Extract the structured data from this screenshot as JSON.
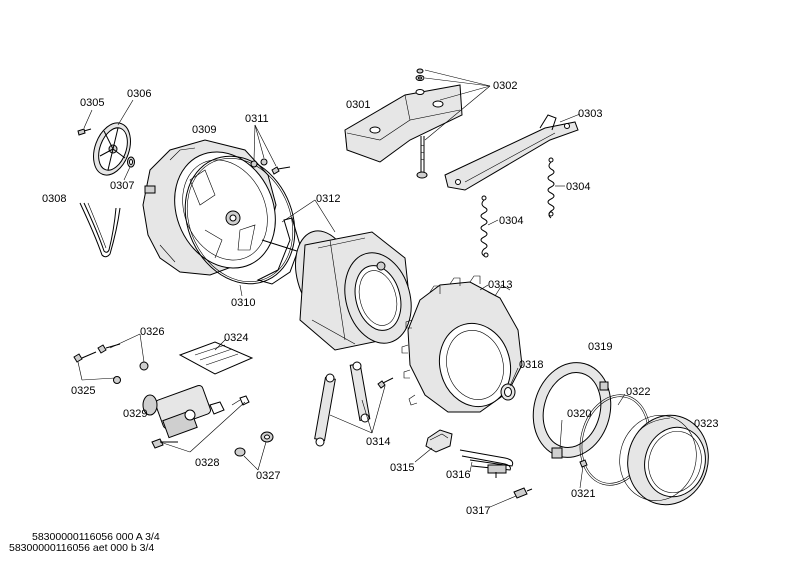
{
  "parts": [
    {
      "id": "0301",
      "label": "0301"
    },
    {
      "id": "0302",
      "label": "0302"
    },
    {
      "id": "0303",
      "label": "0303"
    },
    {
      "id": "0304a",
      "label": "0304"
    },
    {
      "id": "0304b",
      "label": "0304"
    },
    {
      "id": "0305",
      "label": "0305"
    },
    {
      "id": "0306",
      "label": "0306"
    },
    {
      "id": "0307",
      "label": "0307"
    },
    {
      "id": "0308",
      "label": "0308"
    },
    {
      "id": "0309",
      "label": "0309"
    },
    {
      "id": "0310",
      "label": "0310"
    },
    {
      "id": "0311",
      "label": "0311"
    },
    {
      "id": "0312",
      "label": "0312"
    },
    {
      "id": "0313",
      "label": "0313"
    },
    {
      "id": "0314",
      "label": "0314"
    },
    {
      "id": "0315",
      "label": "0315"
    },
    {
      "id": "0316",
      "label": "0316"
    },
    {
      "id": "0317",
      "label": "0317"
    },
    {
      "id": "0318",
      "label": "0318"
    },
    {
      "id": "0319",
      "label": "0319"
    },
    {
      "id": "0320",
      "label": "0320"
    },
    {
      "id": "0321",
      "label": "0321"
    },
    {
      "id": "0322",
      "label": "0322"
    },
    {
      "id": "0323",
      "label": "0323"
    },
    {
      "id": "0324",
      "label": "0324"
    },
    {
      "id": "0325",
      "label": "0325"
    },
    {
      "id": "0326",
      "label": "0326"
    },
    {
      "id": "0327",
      "label": "0327"
    },
    {
      "id": "0328",
      "label": "0328"
    },
    {
      "id": "0329",
      "label": "0329"
    }
  ],
  "footer": {
    "line1": "58300000116056 000 A 3/4",
    "line2": "58300000116056 aet 000 b 3/4"
  }
}
